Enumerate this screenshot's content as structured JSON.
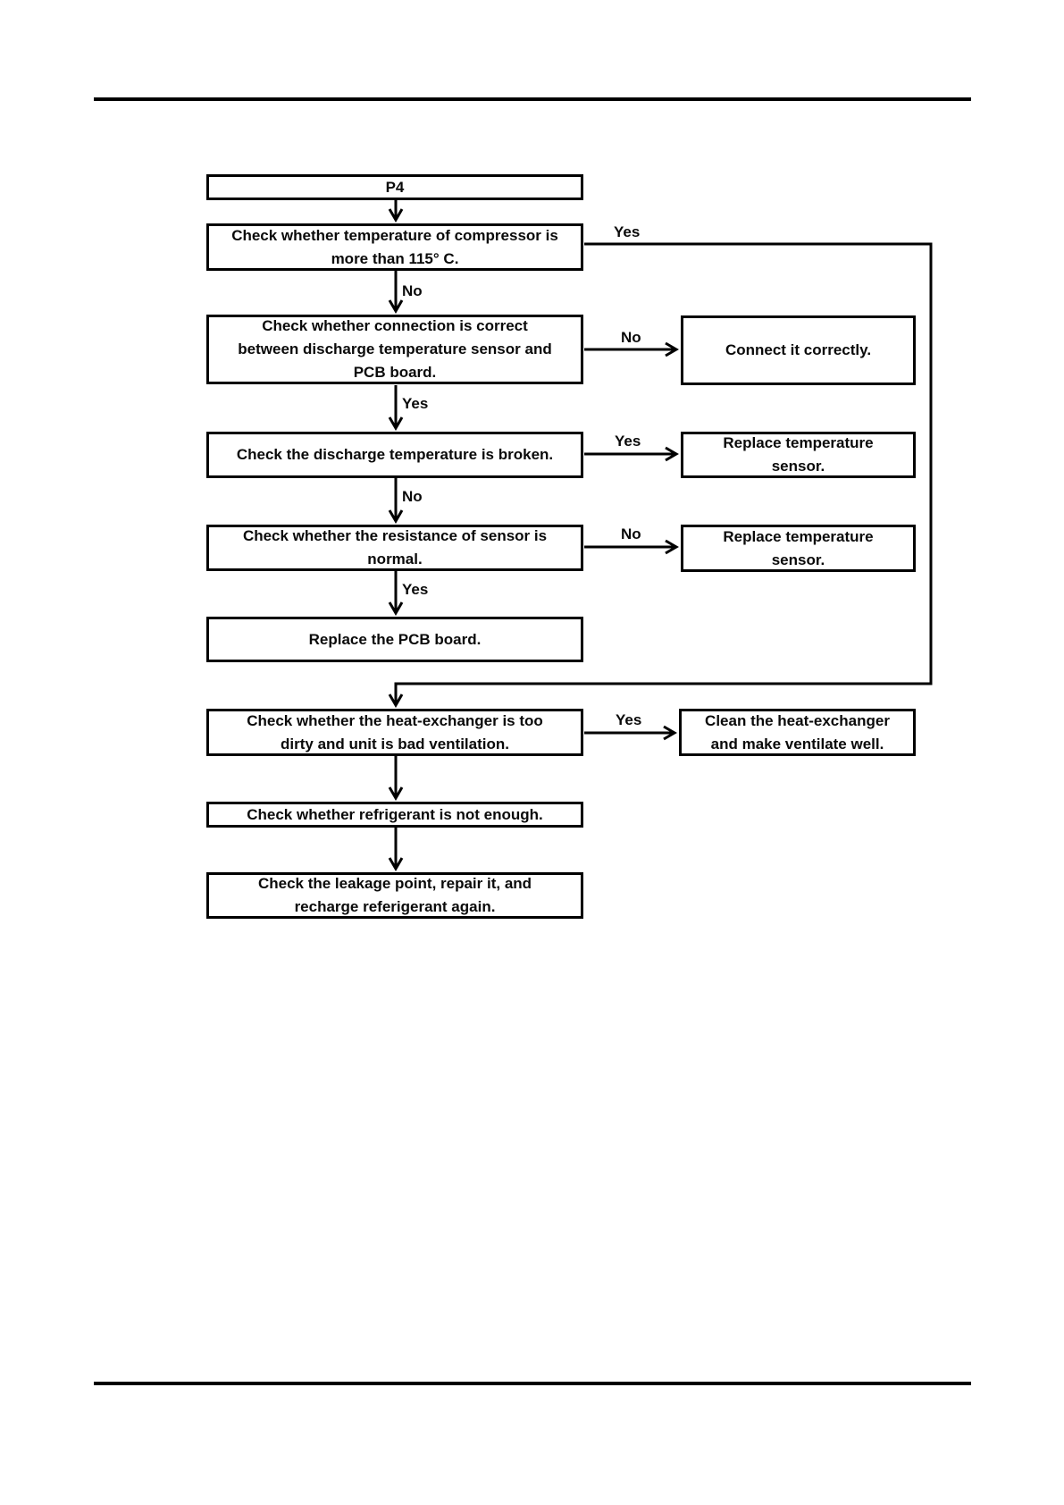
{
  "flowchart": {
    "nodes": {
      "p4": {
        "text": "P4"
      },
      "n1": {
        "text": "Check whether temperature of compressor is\nmore than 115° C."
      },
      "n2": {
        "text": "Check whether connection is correct\nbetween discharge temperature sensor and\nPCB board."
      },
      "n3": {
        "text": "Check the discharge temperature is broken."
      },
      "n4": {
        "text": "Check whether the resistance of sensor is\nnormal."
      },
      "n5": {
        "text": "Replace the PCB board."
      },
      "n6": {
        "text": "Check whether the heat-exchanger is too\ndirty and unit is bad ventilation."
      },
      "n7": {
        "text": "Check whether refrigerant is not enough."
      },
      "n8": {
        "text": "Check the leakage point, repair it, and\nrecharge referigerant again."
      },
      "r1": {
        "text": "Connect it correctly."
      },
      "r2": {
        "text": "Replace temperature\nsensor."
      },
      "r3": {
        "text": "Replace temperature\nsensor."
      },
      "r4": {
        "text": "Clean the heat-exchanger\nand make ventilate well."
      }
    },
    "labels": {
      "n1_yes": "Yes",
      "n1_no": "No",
      "n2_no": "No",
      "n2_yes": "Yes",
      "n3_yes": "Yes",
      "n3_no": "No",
      "n4_no": "No",
      "n4_yes": "Yes",
      "n6_yes": "Yes"
    }
  }
}
